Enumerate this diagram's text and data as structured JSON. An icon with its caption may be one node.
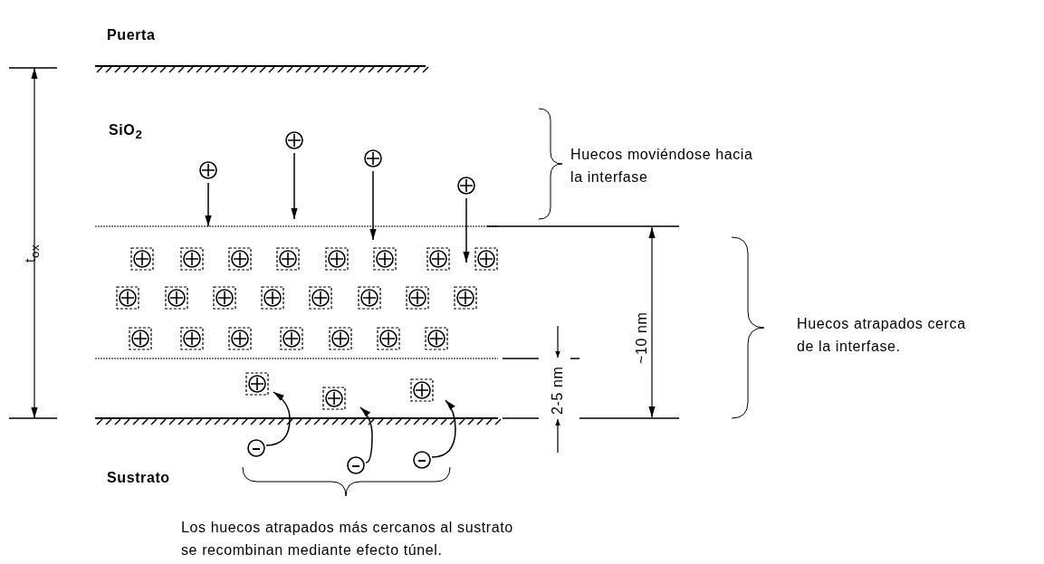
{
  "diagram": {
    "labels": [
      "Puerta",
      "SiO$_{2}$",
      "Huecos moviéndose hacia la interfase",
      "t$_{ox}$",
      "~10 nm",
      "Huecos atrapados cerca de la interfase.",
      "2-5 nm",
      "Sustrato",
      "Los huecos atrapados más cercanos al sustrato se recombinan mediante efecto túnel."
    ]
  }
}
